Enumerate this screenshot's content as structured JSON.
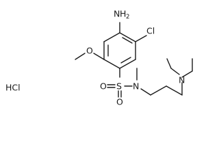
{
  "molecule": {
    "salt": "HCl",
    "atoms": {
      "amine_n": "N",
      "amine_h": "H",
      "amine_h_count": "2",
      "chlorine": "Cl",
      "methoxy_o": "O",
      "sulfur": "S",
      "sulfonyl_o_left": "O",
      "sulfonyl_o_bottom": "O",
      "sulfonamide_n": "N",
      "terminal_n": "N"
    }
  },
  "colors": {
    "bond": "#1a1a1a",
    "text": "#1a1a1a",
    "background": "#ffffff"
  }
}
